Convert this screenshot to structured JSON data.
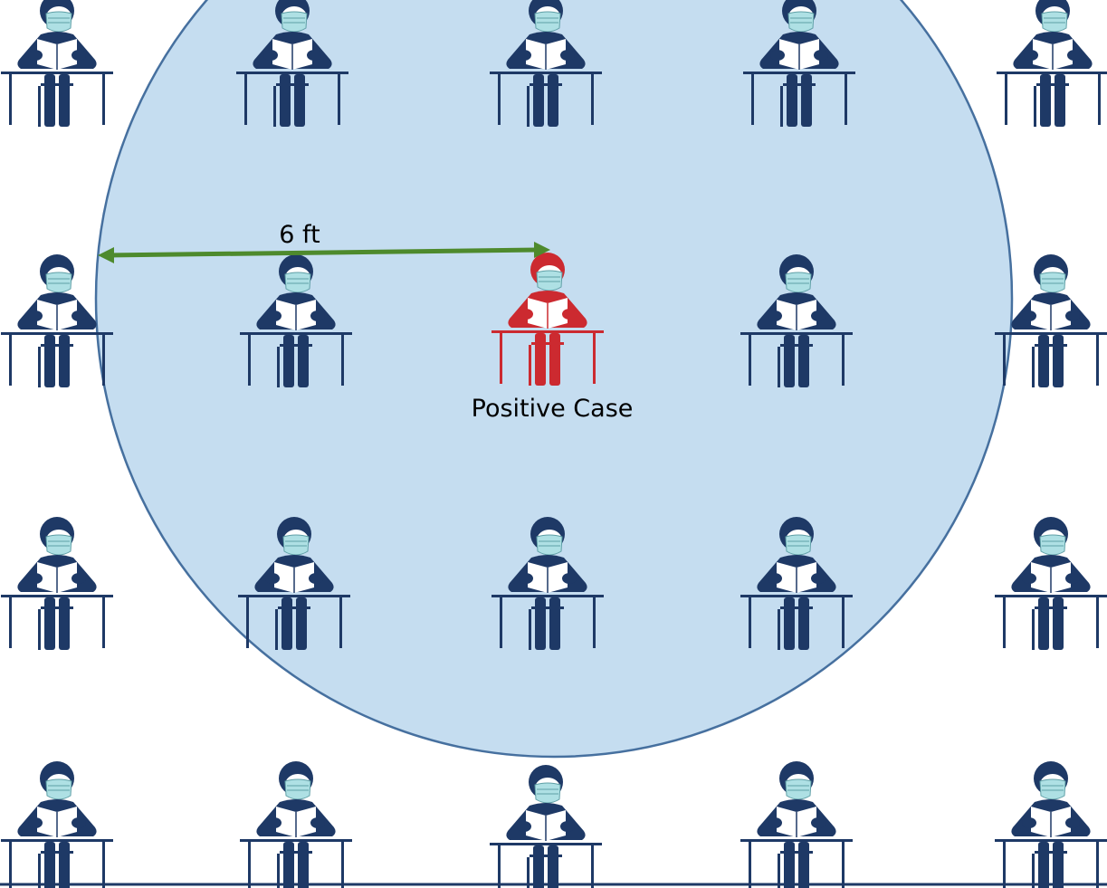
{
  "diagram": {
    "distance_label": "6 ft",
    "positive_case_label": "Positive Case",
    "seating": {
      "rows": 4,
      "columns": 5,
      "positive_case_seat": {
        "row": 2,
        "column": 3
      }
    }
  },
  "colors": {
    "student": "#1e3966",
    "positive_case": "#cc2a30",
    "mask": "#aee0e4",
    "mask_outline": "#5f9fa6",
    "zone_fill": "#c5ddf0",
    "zone_stroke": "#46709f",
    "arrow": "#4e8a2d",
    "floor_line": "#1e3966"
  },
  "icons": {
    "student": "masked-student-at-desk-icon",
    "positive_case": "infected-student-at-desk-icon"
  }
}
